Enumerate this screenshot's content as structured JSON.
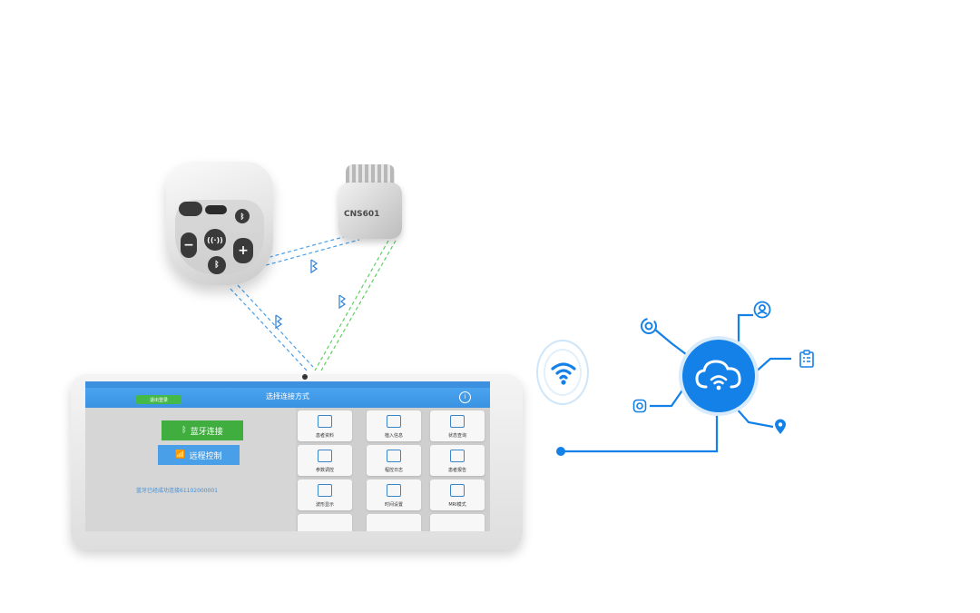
{
  "implant": {
    "model": "CNS601"
  },
  "tablet": {
    "back_label": "退出登录",
    "title": "选择连接方式",
    "bluetooth_button": "蓝牙连接",
    "remote_button": "远程控制",
    "serial_status": "蓝牙已经成功连接61102000001",
    "tiles": [
      {
        "label": "患者资料",
        "icon": "patient-profile-icon"
      },
      {
        "label": "植入信息",
        "icon": "document-icon"
      },
      {
        "label": "状态查询",
        "icon": "waveform-icon"
      },
      {
        "label": "参数调控",
        "icon": "sliders-icon"
      },
      {
        "label": "程控日志",
        "icon": "log-icon"
      },
      {
        "label": "患者报告",
        "icon": "image-report-icon"
      },
      {
        "label": "波形显示",
        "icon": "chart-icon"
      },
      {
        "label": "时间设置",
        "icon": "clock-icon"
      },
      {
        "label": "MRI模式",
        "icon": "mri-icon"
      }
    ]
  },
  "network": {
    "hub_icon": "cloud-wifi-icon",
    "nodes": [
      "settings-refresh-icon",
      "user-icon",
      "clipboard-icon",
      "instagram-icon",
      "location-pin-icon"
    ]
  },
  "colors": {
    "primary_blue": "#1481e8",
    "green": "#3fae3f",
    "link_blue": "#4aa0e8",
    "link_green": "#5fcf5f"
  }
}
